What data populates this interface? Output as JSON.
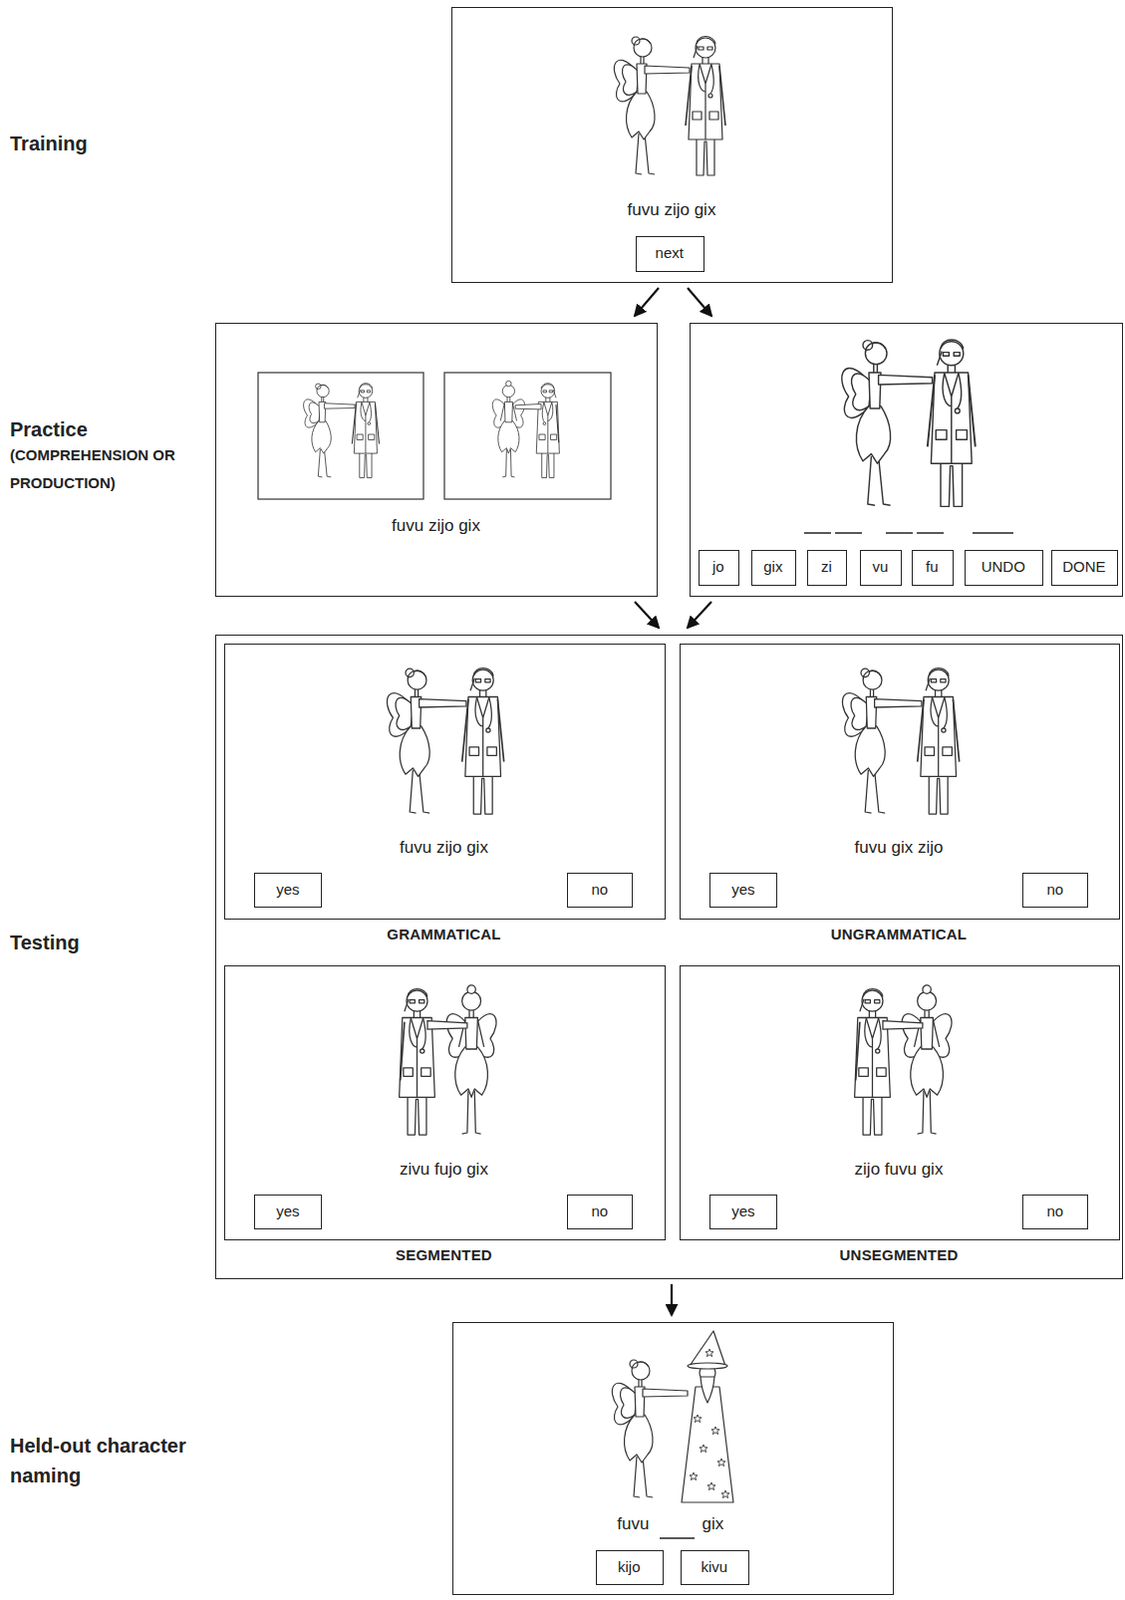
{
  "diagram": {
    "nodes": [
      {
        "text": [
          "fuvu zijo gix"
        ]
      },
      {
        "text": [
          "next"
        ],
        "in": 0
      },
      {
        "text": [
          "fuvu zijo gix"
        ]
      },
      {
        "text": []
      },
      {
        "text": [
          "jo"
        ],
        "in": 3
      },
      {
        "text": [
          "gix"
        ],
        "in": 3
      },
      {
        "text": [
          "zi"
        ],
        "in": 3
      },
      {
        "text": [
          "vu"
        ],
        "in": 3
      },
      {
        "text": [
          "fu"
        ],
        "in": 3
      },
      {
        "text": [
          "UNDO"
        ],
        "in": 3
      },
      {
        "text": [
          "DONE"
        ],
        "in": 3
      },
      {
        "text": []
      },
      {
        "text": [
          "fuvu zijo gix",
          "GRAMMATICAL"
        ],
        "in": 11
      },
      {
        "text": [
          "yes"
        ],
        "in": 12
      },
      {
        "text": [
          "no"
        ],
        "in": 12
      },
      {
        "text": [
          "fuvu gix zijo",
          "UNGRAMMATICAL"
        ],
        "in": 11
      },
      {
        "text": [
          "yes"
        ],
        "in": 15
      },
      {
        "text": [
          "no"
        ],
        "in": 15
      },
      {
        "text": [
          "zivu fujo gix",
          "SEGMENTED"
        ],
        "in": 11
      },
      {
        "text": [
          "yes"
        ],
        "in": 18
      },
      {
        "text": [
          "no"
        ],
        "in": 18
      },
      {
        "text": [
          "zijo fuvu gix",
          "UNSEGMENTED"
        ],
        "in": 11
      },
      {
        "text": [
          "yes"
        ],
        "in": 21
      },
      {
        "text": [
          "no"
        ],
        "in": 21
      },
      {
        "text": [
          "fuvu",
          "gix"
        ]
      },
      {
        "text": [
          "kijo"
        ],
        "in": 24
      },
      {
        "text": [
          "kivu"
        ],
        "in": 24
      }
    ],
    "edges": [
      {
        "from": 0,
        "to": 2,
        "arrow": "to"
      },
      {
        "from": 0,
        "to": 3,
        "arrow": "to"
      },
      {
        "from": 2,
        "to": 11,
        "arrow": "to"
      },
      {
        "from": 3,
        "to": 11,
        "arrow": "to"
      },
      {
        "from": 11,
        "to": 24,
        "arrow": "to"
      }
    ],
    "labels": [
      "Training",
      "Practice",
      "(COMPREHENSION OR PRODUCTION)",
      "Testing",
      "Held-out character naming"
    ]
  }
}
